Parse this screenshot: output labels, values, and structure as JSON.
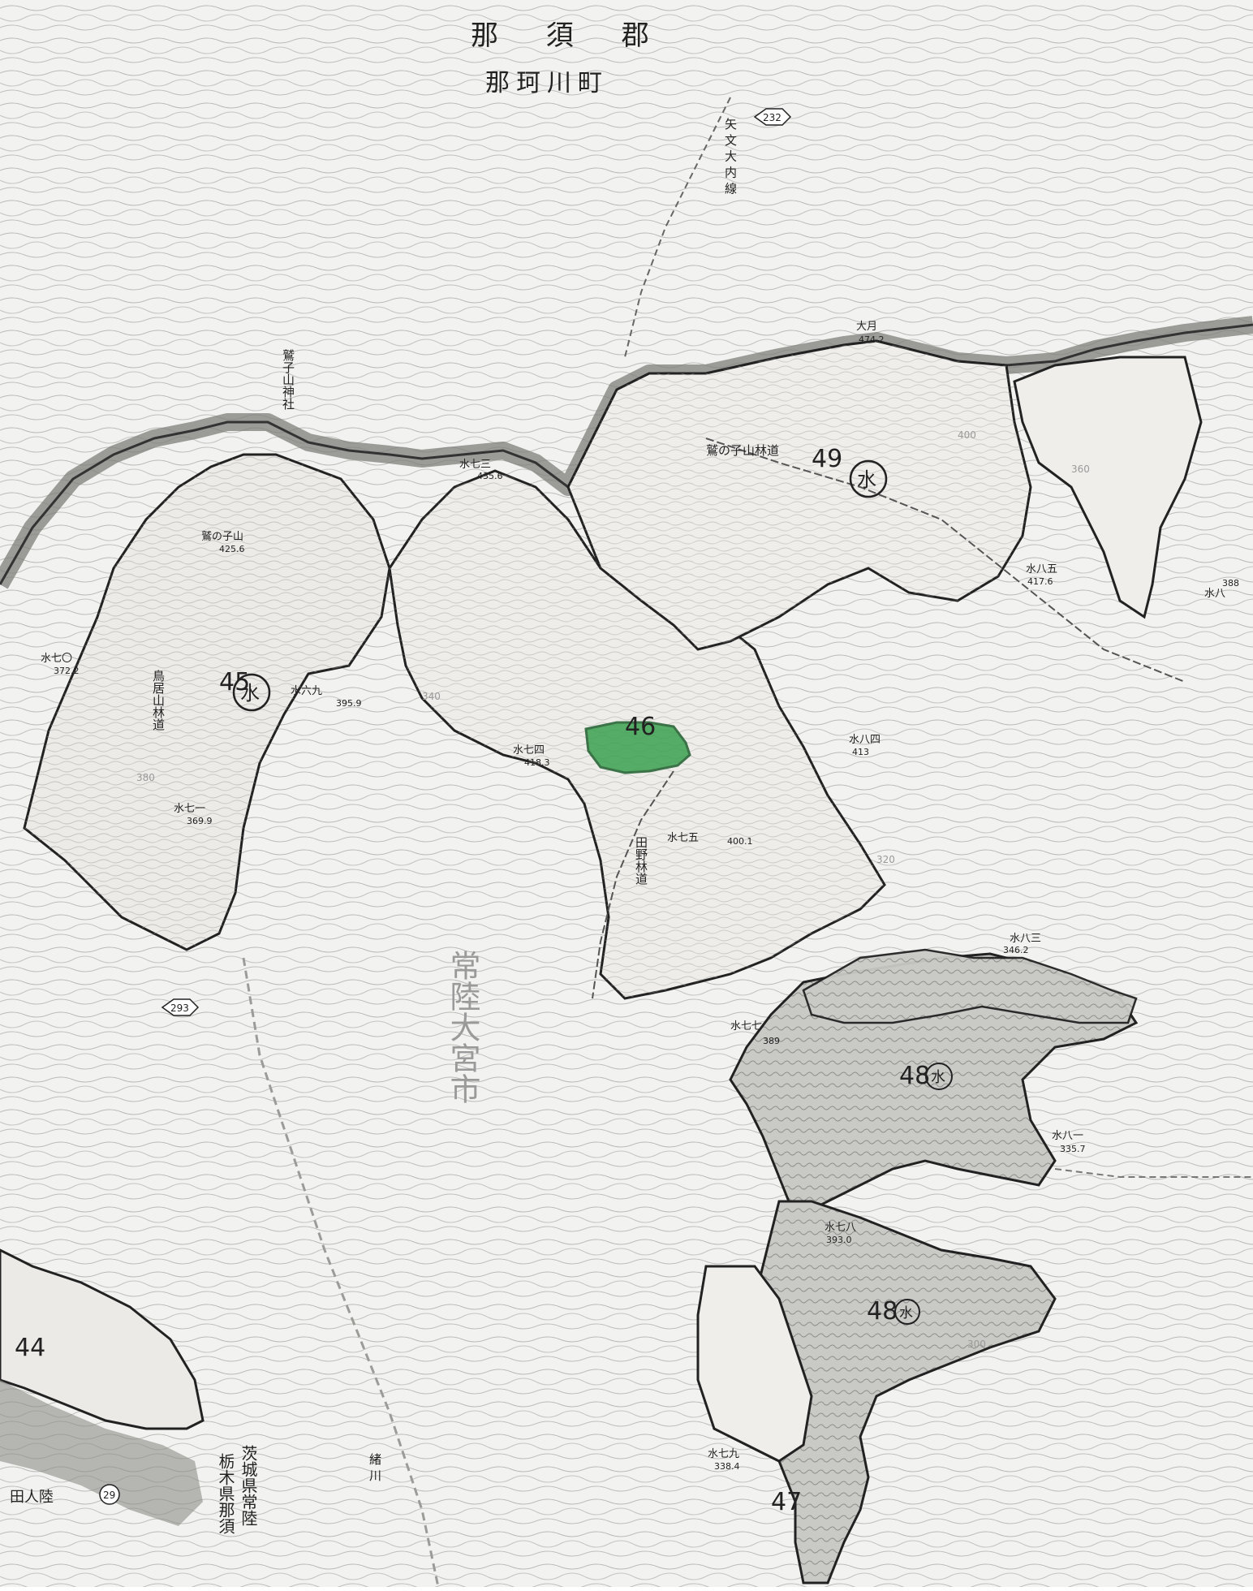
{
  "map": {
    "district_label": "那 須 郡",
    "town_label": "那珂川町",
    "city_label": "常陸大宮市",
    "prefecture_border_text": "栃木県那須",
    "prefecture_border_text_2": "茨城県常陸",
    "left_bottom_text": "田人陸",
    "highlight_color": "#3aa14f",
    "compartments": [
      {
        "id": "c45",
        "number": "45"
      },
      {
        "id": "c46",
        "number": "46"
      },
      {
        "id": "c47",
        "number": "47"
      },
      {
        "id": "c48a",
        "number": "48"
      },
      {
        "id": "c48b",
        "number": "48"
      },
      {
        "id": "c49",
        "number": "49"
      },
      {
        "id": "c44",
        "number": "44"
      }
    ],
    "route_numbers": [
      "232",
      "293",
      "29"
    ],
    "road_labels": {
      "yabun": "矢 文 大 内 線",
      "wasio_rindo": "鷲の子山林道",
      "tano_rindo": "田野林道",
      "torii_rindo": "鳥居山林道",
      "ogawa": "緒 川"
    },
    "points": [
      {
        "id": "p1",
        "name": "大月",
        "value": "474.2"
      },
      {
        "id": "p2",
        "name": "水七〇",
        "value": "372.2"
      },
      {
        "id": "p3",
        "name": "水七一",
        "value": "369.9"
      },
      {
        "id": "p4",
        "name": "水七四",
        "value": "418.3"
      },
      {
        "id": "p5",
        "name": "水七五",
        "value": "400.1"
      },
      {
        "id": "p6",
        "name": "水七七",
        "value": "389"
      },
      {
        "id": "p7",
        "name": "水七八",
        "value": "393.0"
      },
      {
        "id": "p8",
        "name": "水七九",
        "value": "338.4"
      },
      {
        "id": "p9",
        "name": "水八一",
        "value": "335.7"
      },
      {
        "id": "p10",
        "name": "水八三",
        "value": "346.2"
      },
      {
        "id": "p11",
        "name": "水八四",
        "value": "413"
      },
      {
        "id": "p12",
        "name": "水八五",
        "value": "417.6"
      },
      {
        "id": "p13",
        "name": "水七三",
        "value": "435.6"
      },
      {
        "id": "p14",
        "name": "水六九",
        "value": "395.9"
      },
      {
        "id": "p15",
        "name": "鷲の子山",
        "value": "425.6"
      },
      {
        "id": "p16",
        "name": "水八",
        "value": "388"
      }
    ],
    "shrine_label": "鷲子山神社",
    "symbol_water": "水",
    "contour_labels": [
      "400",
      "340",
      "360",
      "380",
      "320",
      "300"
    ]
  }
}
